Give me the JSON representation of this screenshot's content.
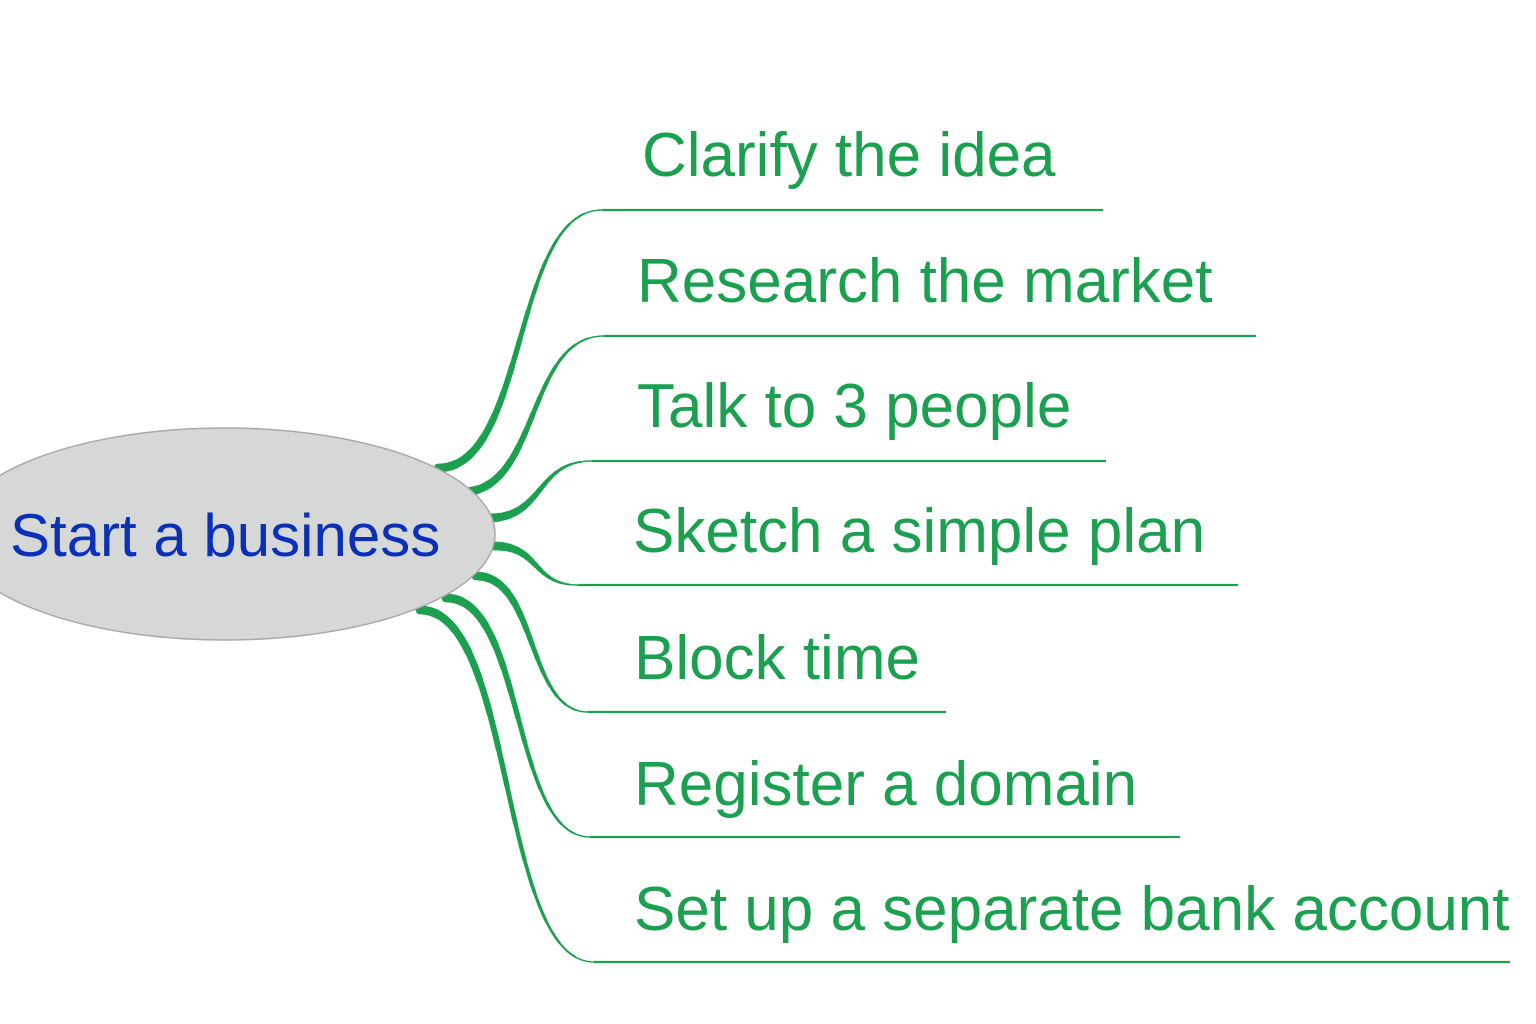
{
  "colors": {
    "branch": "#1aa04f",
    "root_fill": "#d6d7d7",
    "root_stroke": "#a8a8a8",
    "root_text": "#0a2fb8"
  },
  "root": {
    "label": "Start a business"
  },
  "branches": [
    {
      "label": "Clarify the idea"
    },
    {
      "label": "Research the market"
    },
    {
      "label": "Talk to 3 people"
    },
    {
      "label": "Sketch a simple plan"
    },
    {
      "label": "Block time"
    },
    {
      "label": "Register a domain"
    },
    {
      "label": "Set up a separate bank account"
    }
  ]
}
